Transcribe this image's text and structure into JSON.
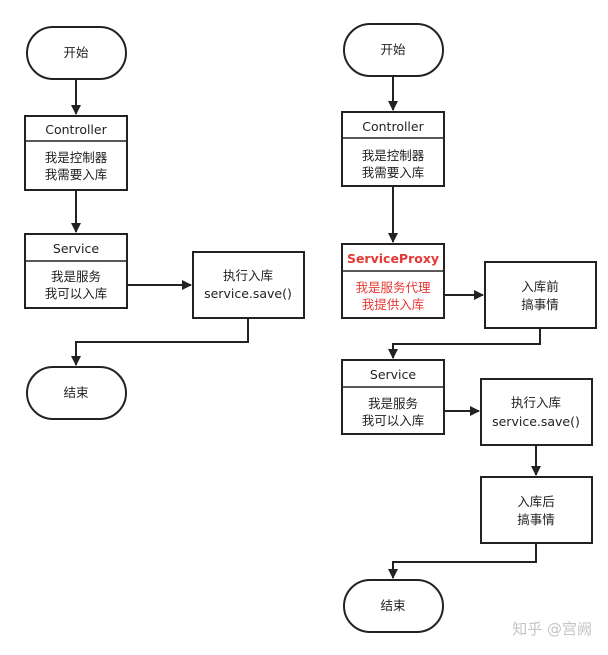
{
  "left": {
    "start": "开始",
    "controller": {
      "title": "Controller",
      "line1": "我是控制器",
      "line2": "我需要入库"
    },
    "service": {
      "title": "Service",
      "line1": "我是服务",
      "line2": "我可以入库"
    },
    "exec": {
      "line1": "执行入库",
      "line2": "service.save()"
    },
    "end": "结束"
  },
  "right": {
    "start": "开始",
    "controller": {
      "title": "Controller",
      "line1": "我是控制器",
      "line2": "我需要入库"
    },
    "proxy": {
      "title": "ServiceProxy",
      "line1": "我是服务代理",
      "line2": "我提供入库"
    },
    "before": {
      "line1": "入库前",
      "line2": "搞事情"
    },
    "service": {
      "title": "Service",
      "line1": "我是服务",
      "line2": "我可以入库"
    },
    "exec": {
      "line1": "执行入库",
      "line2": "service.save()"
    },
    "after": {
      "line1": "入库后",
      "line2": "搞事情"
    },
    "end": "结束"
  },
  "watermark": "知乎 @宫阙",
  "colors": {
    "stroke": "#222222",
    "highlight": "#e53935"
  }
}
